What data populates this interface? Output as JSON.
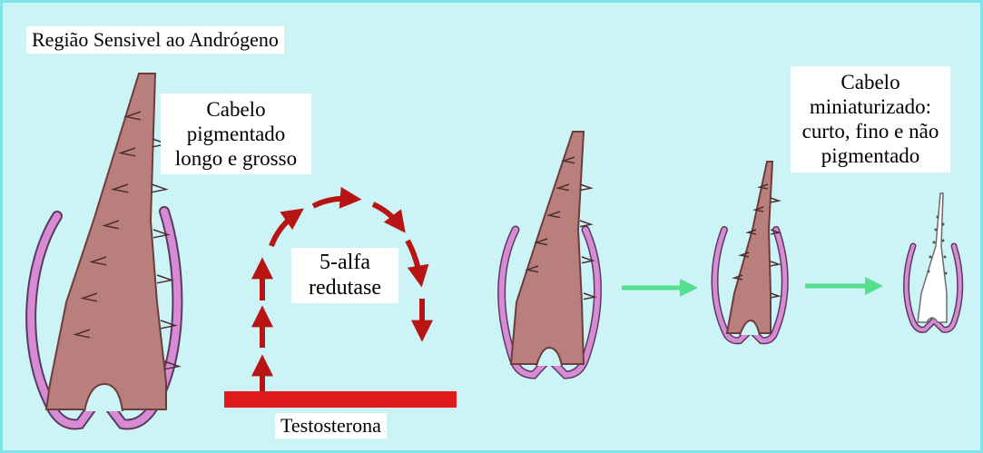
{
  "title": "Região Sensivel ao Andrógeno",
  "labels": {
    "thick_hair": [
      "Cabelo",
      "pigmentado",
      "longo e grosso"
    ],
    "miniaturized_hair": [
      "Cabelo",
      "miniaturizado:",
      "curto, fino e não",
      "pigmentado"
    ],
    "enzyme": [
      "5-alfa",
      "redutase"
    ],
    "hormone": "Testosterona"
  },
  "colors": {
    "background": "#ccf3f6",
    "frame": "#7fe3ea",
    "hair_shaft": "#b97f7d",
    "shaft_outline": "#6b3e3c",
    "follicle_sheath": "#d78bd4",
    "follicle_outline": "#5a3b5c",
    "conversion_arrows": "#b81414",
    "testosterone_bar": "#e01b1b",
    "progression_arrows": "#55e08e",
    "depigmented_hair": "#ffffff"
  }
}
